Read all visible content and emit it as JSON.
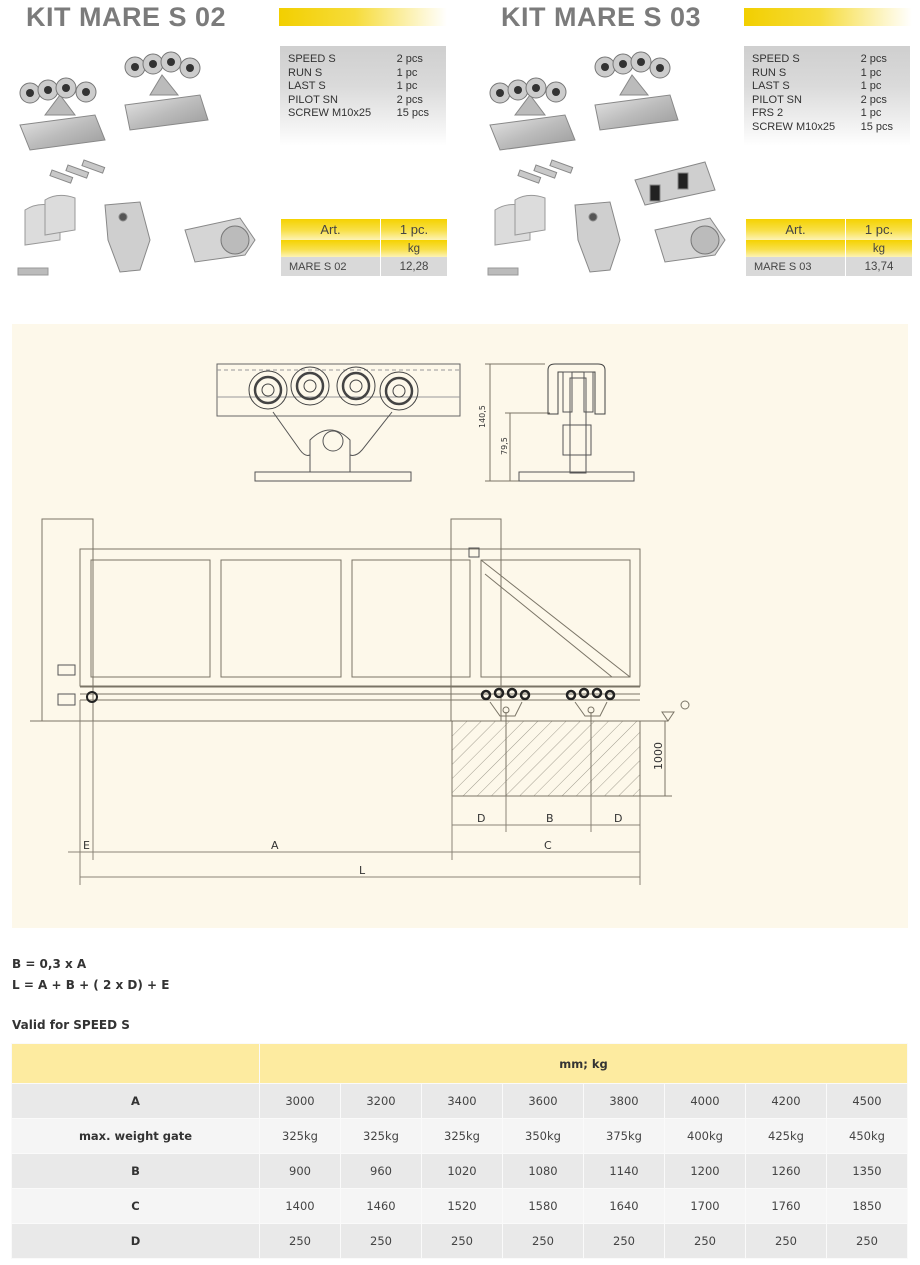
{
  "kits": [
    {
      "title": "KIT MARE S 02",
      "contents": [
        {
          "name": "SPEED S",
          "qty": "2 pcs"
        },
        {
          "name": "RUN S",
          "qty": "1 pc"
        },
        {
          "name": "LAST S",
          "qty": "1 pc"
        },
        {
          "name": "PILOT SN",
          "qty": "2 pcs"
        },
        {
          "name": "SCREW M10x25",
          "qty": "15 pcs"
        }
      ],
      "art_table": {
        "header_art": "Art.",
        "header_unit": "1 pc.",
        "header_weight": "kg",
        "article": "MARE S 02",
        "weight": "12,28"
      }
    },
    {
      "title": "KIT MARE S 03",
      "contents": [
        {
          "name": "SPEED S",
          "qty": "2 pcs"
        },
        {
          "name": "RUN S",
          "qty": "1 pc"
        },
        {
          "name": "LAST S",
          "qty": "1 pc"
        },
        {
          "name": "PILOT SN",
          "qty": "2 pcs"
        },
        {
          "name": "FRS 2",
          "qty": "1 pc"
        },
        {
          "name": "SCREW M10x25",
          "qty": "15 pcs"
        }
      ],
      "art_table": {
        "header_art": "Art.",
        "header_unit": "1 pc.",
        "header_weight": "kg",
        "article": "MARE S 03",
        "weight": "13,74"
      }
    }
  ],
  "drawing": {
    "dim_height_total": "140,5",
    "dim_height_partial": "79,5",
    "dim_foundation": "1000",
    "labels": {
      "E": "E",
      "A": "A",
      "C": "C",
      "L": "L",
      "D1": "D",
      "B": "B",
      "D2": "D"
    }
  },
  "formulas": {
    "f1": "B = 0,3 x A",
    "f2": "L = A + B + ( 2 x D) + E"
  },
  "valid_label": "Valid for SPEED S",
  "spec_table": {
    "unit_header": "mm; kg",
    "rows": [
      {
        "label": "A",
        "values": [
          "3000",
          "3200",
          "3400",
          "3600",
          "3800",
          "4000",
          "4200",
          "4500"
        ]
      },
      {
        "label": "max. weight gate",
        "values": [
          "325kg",
          "325kg",
          "325kg",
          "350kg",
          "375kg",
          "400kg",
          "425kg",
          "450kg"
        ]
      },
      {
        "label": "B",
        "values": [
          "900",
          "960",
          "1020",
          "1080",
          "1140",
          "1200",
          "1260",
          "1350"
        ]
      },
      {
        "label": "C",
        "values": [
          "1400",
          "1460",
          "1520",
          "1580",
          "1640",
          "1700",
          "1760",
          "1850"
        ]
      },
      {
        "label": "D",
        "values": [
          "250",
          "250",
          "250",
          "250",
          "250",
          "250",
          "250",
          "250"
        ]
      }
    ]
  },
  "colors": {
    "accent_yellow": "#f2cf00",
    "table_header_yellow": "#fdeba0",
    "drawing_bg": "#fdf8ea",
    "title_gray": "#7b7b7b"
  }
}
